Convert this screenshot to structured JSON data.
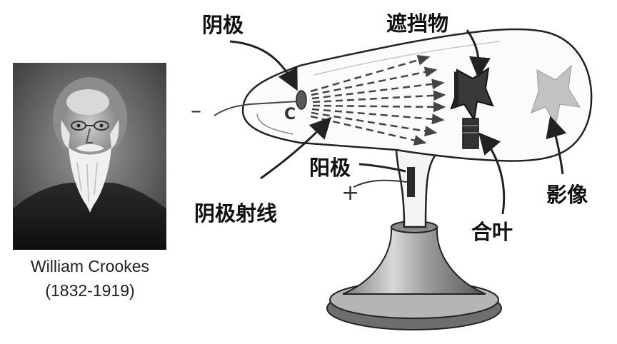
{
  "portrait": {
    "name": "William Crookes",
    "years": "(1832-1919)"
  },
  "labels": {
    "cathode": "阴极",
    "obstacle": "遮挡物",
    "anode": "阳极",
    "cathode_rays": "阴极射线",
    "image": "影像",
    "hinge": "合叶"
  },
  "symbols": {
    "negative": "–",
    "positive": "+",
    "cathode_letter": "C"
  }
}
